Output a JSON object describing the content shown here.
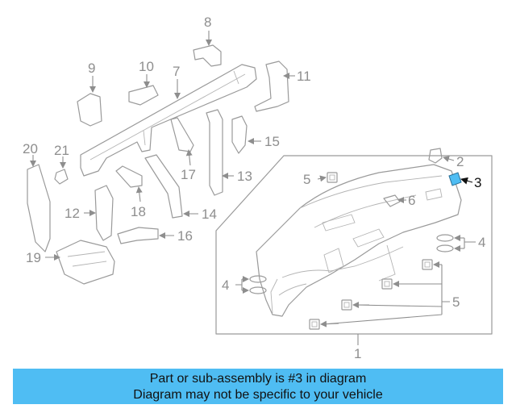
{
  "diagram": {
    "callouts": [
      "1",
      "2",
      "3",
      "4",
      "4",
      "5",
      "5",
      "6",
      "7",
      "8",
      "9",
      "10",
      "11",
      "12",
      "13",
      "14",
      "15",
      "16",
      "17",
      "18",
      "19",
      "20",
      "21"
    ],
    "highlighted_part": "3",
    "highlight_color": "#4fbdf3",
    "line_color": "#9a9a9a"
  },
  "banner": {
    "line1": "Part or sub-assembly is #3 in diagram",
    "line2": "Diagram may not be specific to your vehicle",
    "background": "#4fbdf3"
  }
}
